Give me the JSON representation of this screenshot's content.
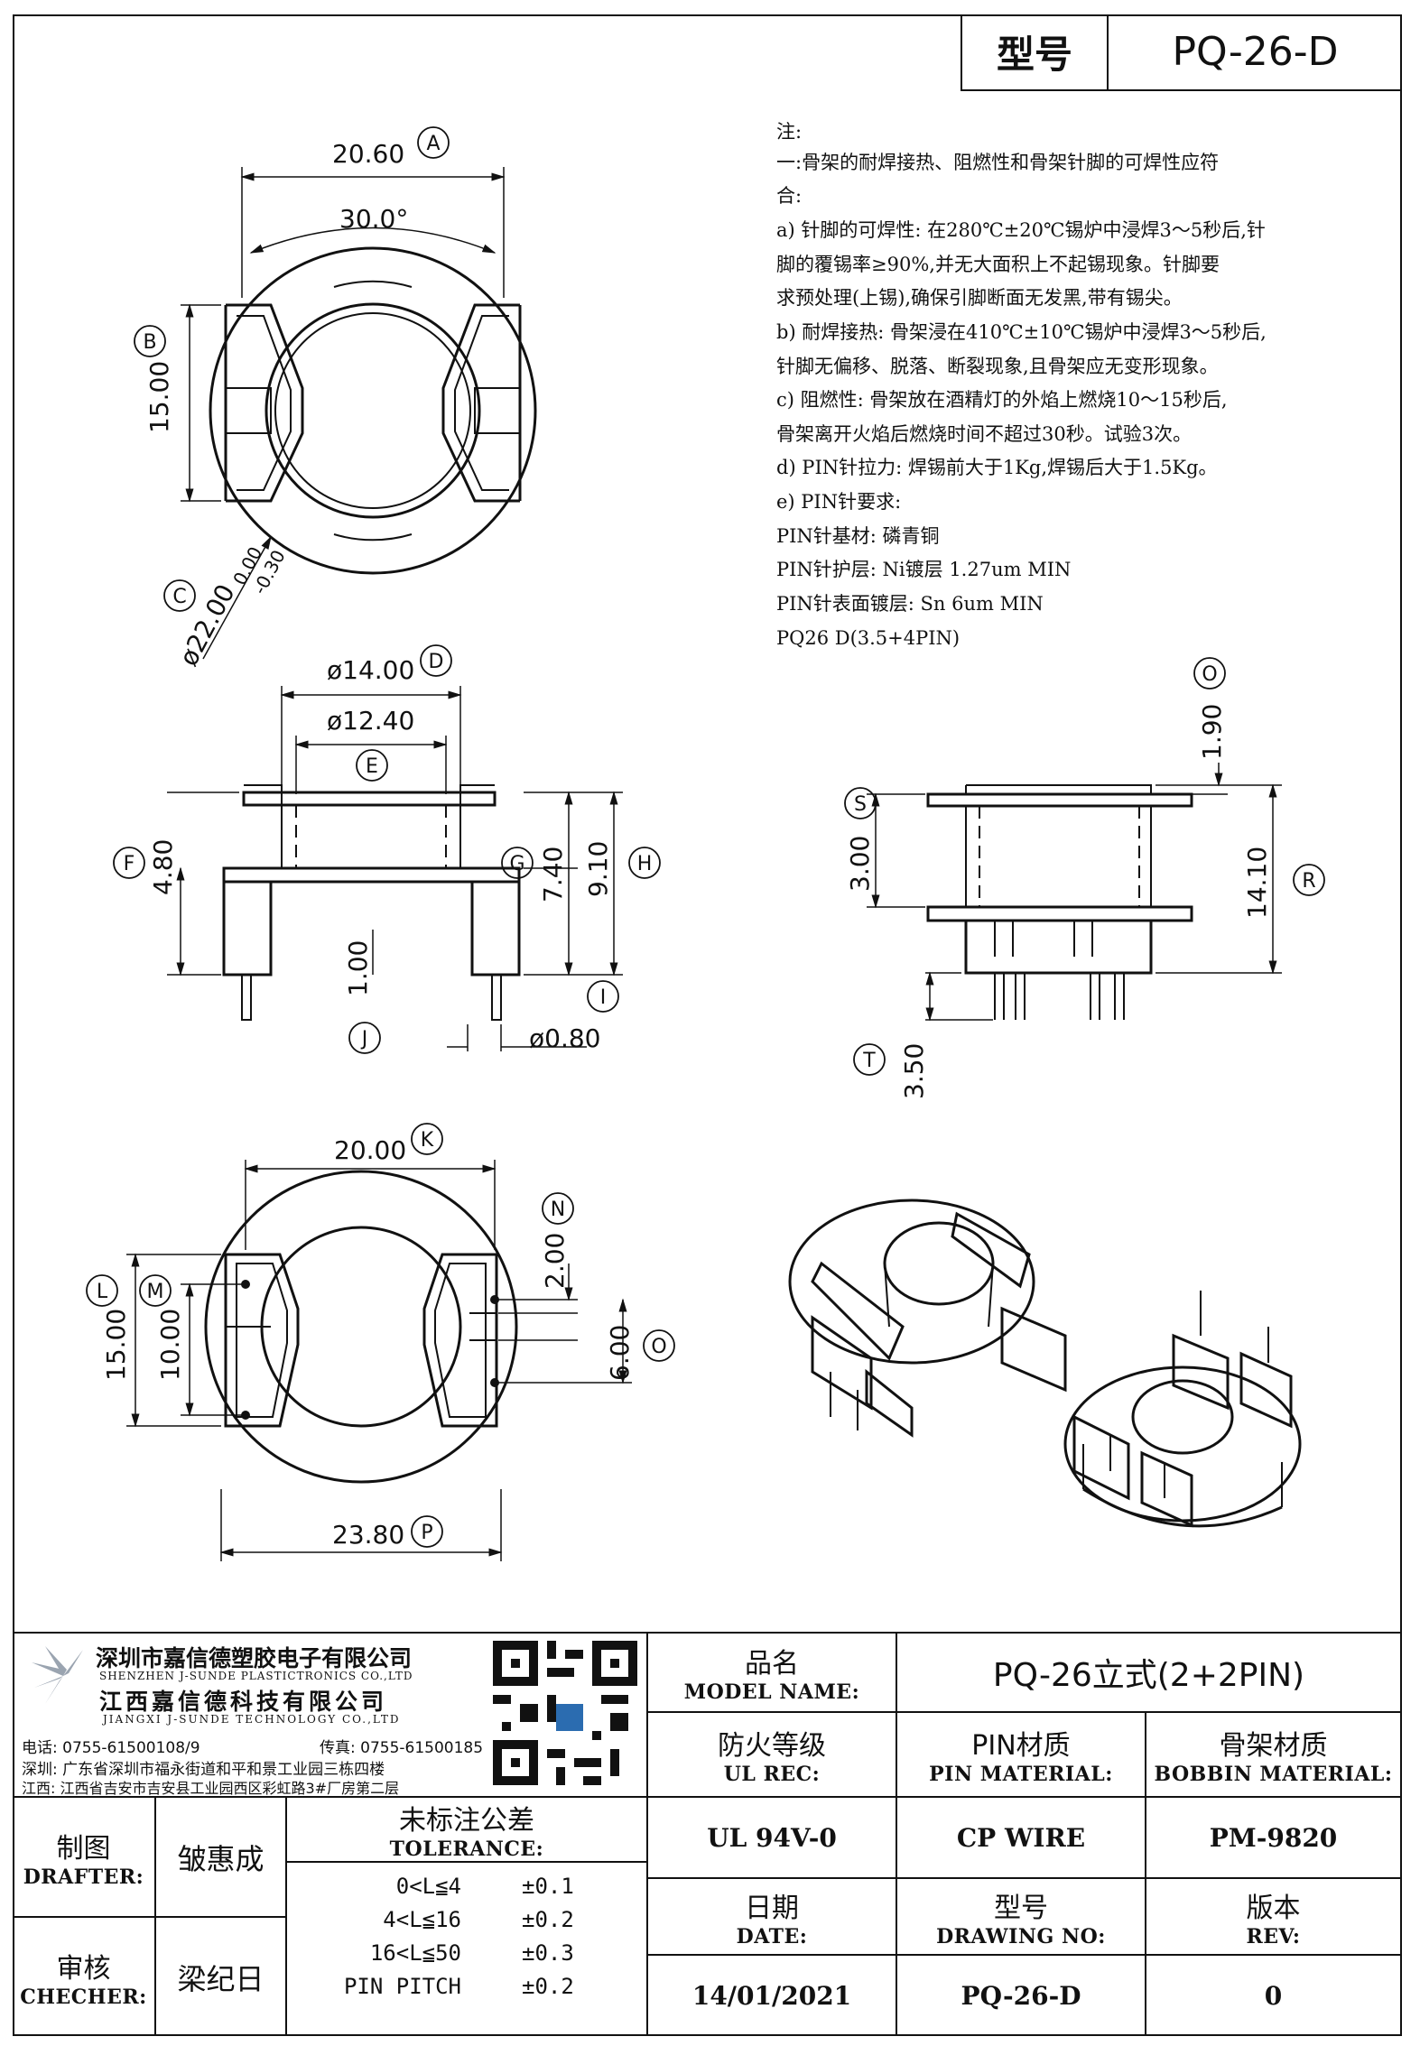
{
  "header": {
    "model_label": "型号",
    "model_value": "PQ-26-D"
  },
  "notes": [
    "注:",
    "一:骨架的耐焊接热、阻燃性和骨架针脚的可焊性应符",
    "合:",
    "a) 针脚的可焊性: 在280℃±20℃锡炉中浸焊3～5秒后,针",
    "脚的覆锡率≥90%,并无大面积上不起锡现象。针脚要",
    "求预处理(上锡),确保引脚断面无发黑,带有锡尖。",
    "b) 耐焊接热: 骨架浸在410℃±10℃锡炉中浸焊3～5秒后,",
    "针脚无偏移、脱落、断裂现象,且骨架应无变形现象。",
    "c) 阻燃性: 骨架放在酒精灯的外焰上燃烧10～15秒后,",
    "骨架离开火焰后燃烧时间不超过30秒。试验3次。",
    "d) PIN针拉力: 焊锡前大于1Kg,焊锡后大于1.5Kg。",
    "e) PIN针要求:",
    "PIN针基材: 磷青铜",
    "PIN针护层: Ni镀层 1.27um MIN",
    "PIN针表面镀层: Sn 6um MIN",
    "PQ26 D(3.5+4PIN)"
  ],
  "dimensions": {
    "A": "20.60",
    "angle": "30.0°",
    "B": "15.00",
    "C": "ø22.00",
    "C_tol_upper": "0.00",
    "C_tol_lower": "-0.30",
    "D": "ø14.00",
    "E": "ø12.40",
    "F": "4.80",
    "G": "7.40",
    "H": "9.10",
    "I": "ø0.80",
    "J": "1.00",
    "O_top": "1.90",
    "S": "3.00",
    "R": "14.10",
    "T": "3.50",
    "K": "20.00",
    "L": "15.00",
    "M": "10.00",
    "N": "2.00",
    "O": "6.00",
    "P": "23.80"
  },
  "dim_letters": [
    "A",
    "B",
    "C",
    "D",
    "E",
    "F",
    "G",
    "H",
    "I",
    "J",
    "O",
    "S",
    "R",
    "T",
    "K",
    "L",
    "M",
    "N",
    "P"
  ],
  "company": {
    "name_cn_1": "深圳市嘉信德塑胶电子有限公司",
    "name_en_1": "SHENZHEN J-SUNDE PLASTICTRONICS CO.,LTD",
    "name_cn_2": "江西嘉信德科技有限公司",
    "name_en_2": "JIANGXI J-SUNDE TECHNOLOGY CO.,LTD",
    "tel": "电话: 0755-61500108/9",
    "fax": "传真: 0755-61500185",
    "addr_sz": "深圳: 广东省深圳市福永街道和平和景工业园三栋四楼",
    "addr_jx": "江西: 江西省吉安市吉安县工业园西区彩虹路3#厂房第二层"
  },
  "titleblock": {
    "model_name_cn": "品名",
    "model_name_en": "MODEL NAME:",
    "model_name_value": "PQ-26立式(2+2PIN)",
    "ul_cn": "防火等级",
    "ul_en": "UL REC:",
    "ul_value": "UL 94V-0",
    "pin_cn": "PIN材质",
    "pin_en": "PIN MATERIAL:",
    "pin_value": "CP WIRE",
    "bobbin_cn": "骨架材质",
    "bobbin_en": "BOBBIN MATERIAL:",
    "bobbin_value": "PM-9820",
    "drafter_cn": "制图",
    "drafter_en": "DRAFTER:",
    "drafter_value": "皱惠成",
    "checker_cn": "审核",
    "checker_en": "CHECHER:",
    "checker_value": "梁纪日",
    "tol_cn": "未标注公差",
    "tol_en": "TOLERANCE:",
    "tol_rows": [
      {
        "range": "0<L≦4",
        "value": "±0.1"
      },
      {
        "range": "4<L≦16",
        "value": "±0.2"
      },
      {
        "range": "16<L≦50",
        "value": "±0.3"
      },
      {
        "range": "PIN PITCH",
        "value": "±0.2"
      }
    ],
    "date_cn": "日期",
    "date_en": "DATE:",
    "date_value": "14/01/2021",
    "drawing_cn": "型号",
    "drawing_en": "DRAWING NO:",
    "drawing_value": "PQ-26-D",
    "rev_cn": "版本",
    "rev_en": "REV:",
    "rev_value": "0"
  }
}
